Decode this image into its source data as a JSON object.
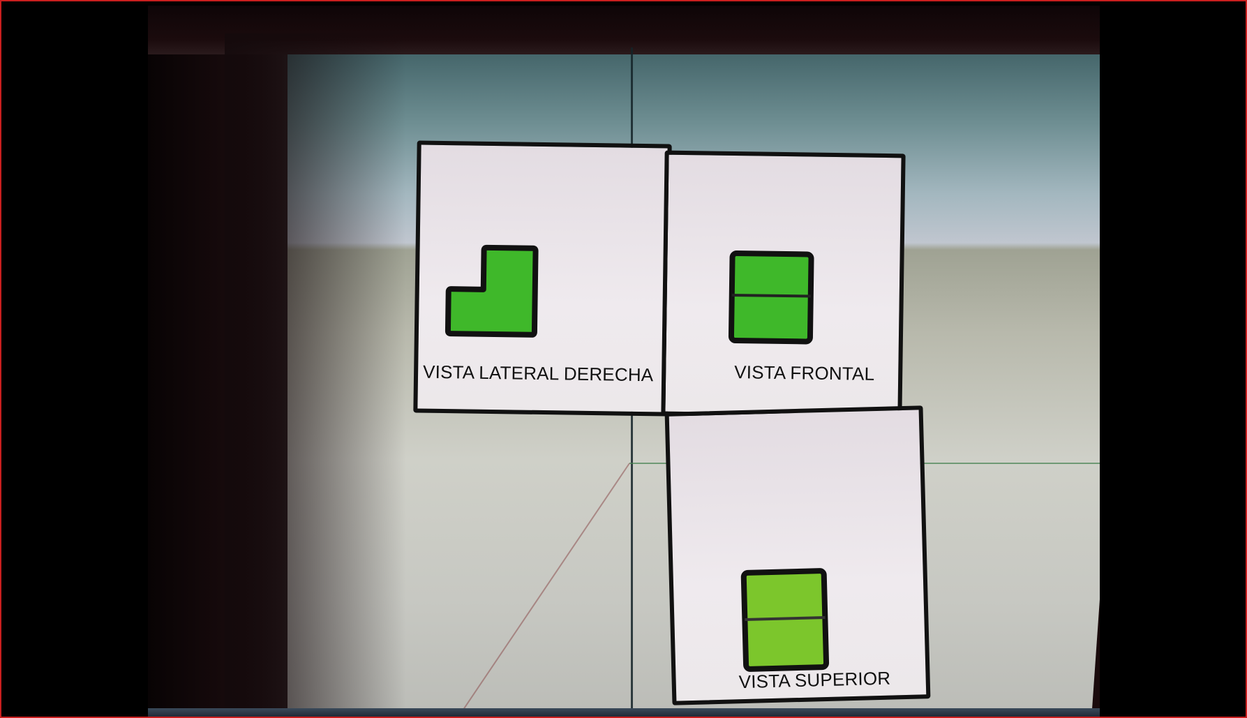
{
  "labels": {
    "lateral": "VISTA LATERAL DERECHA",
    "frontal": "VISTA FRONTAL",
    "superior": "VISTA SUPERIOR"
  },
  "colors": {
    "frame_border": "#c81e1e",
    "shape_green_dark": "#3fb82a",
    "shape_green_light": "#7cc62c",
    "outline": "#111111",
    "panel_bg": "#ece8ec"
  }
}
